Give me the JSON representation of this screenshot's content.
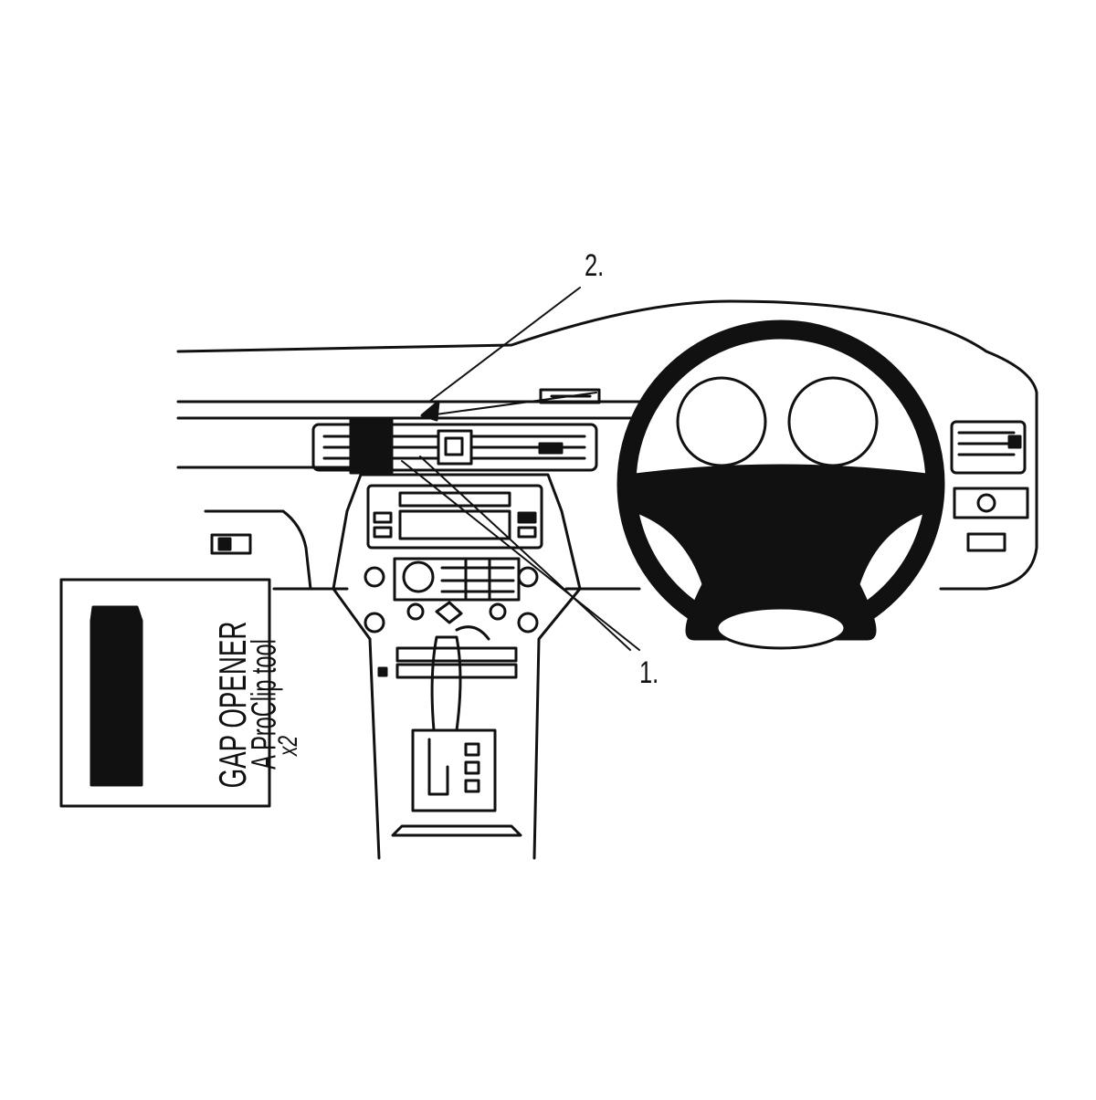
{
  "callouts": {
    "step_1": "1.",
    "step_2": "2."
  },
  "tool_box": {
    "title": "GAP OPENER",
    "subtitle": "A ProClip tool",
    "quantity": "x2"
  },
  "colors": {
    "ink": "#111111",
    "background": "#ffffff"
  }
}
